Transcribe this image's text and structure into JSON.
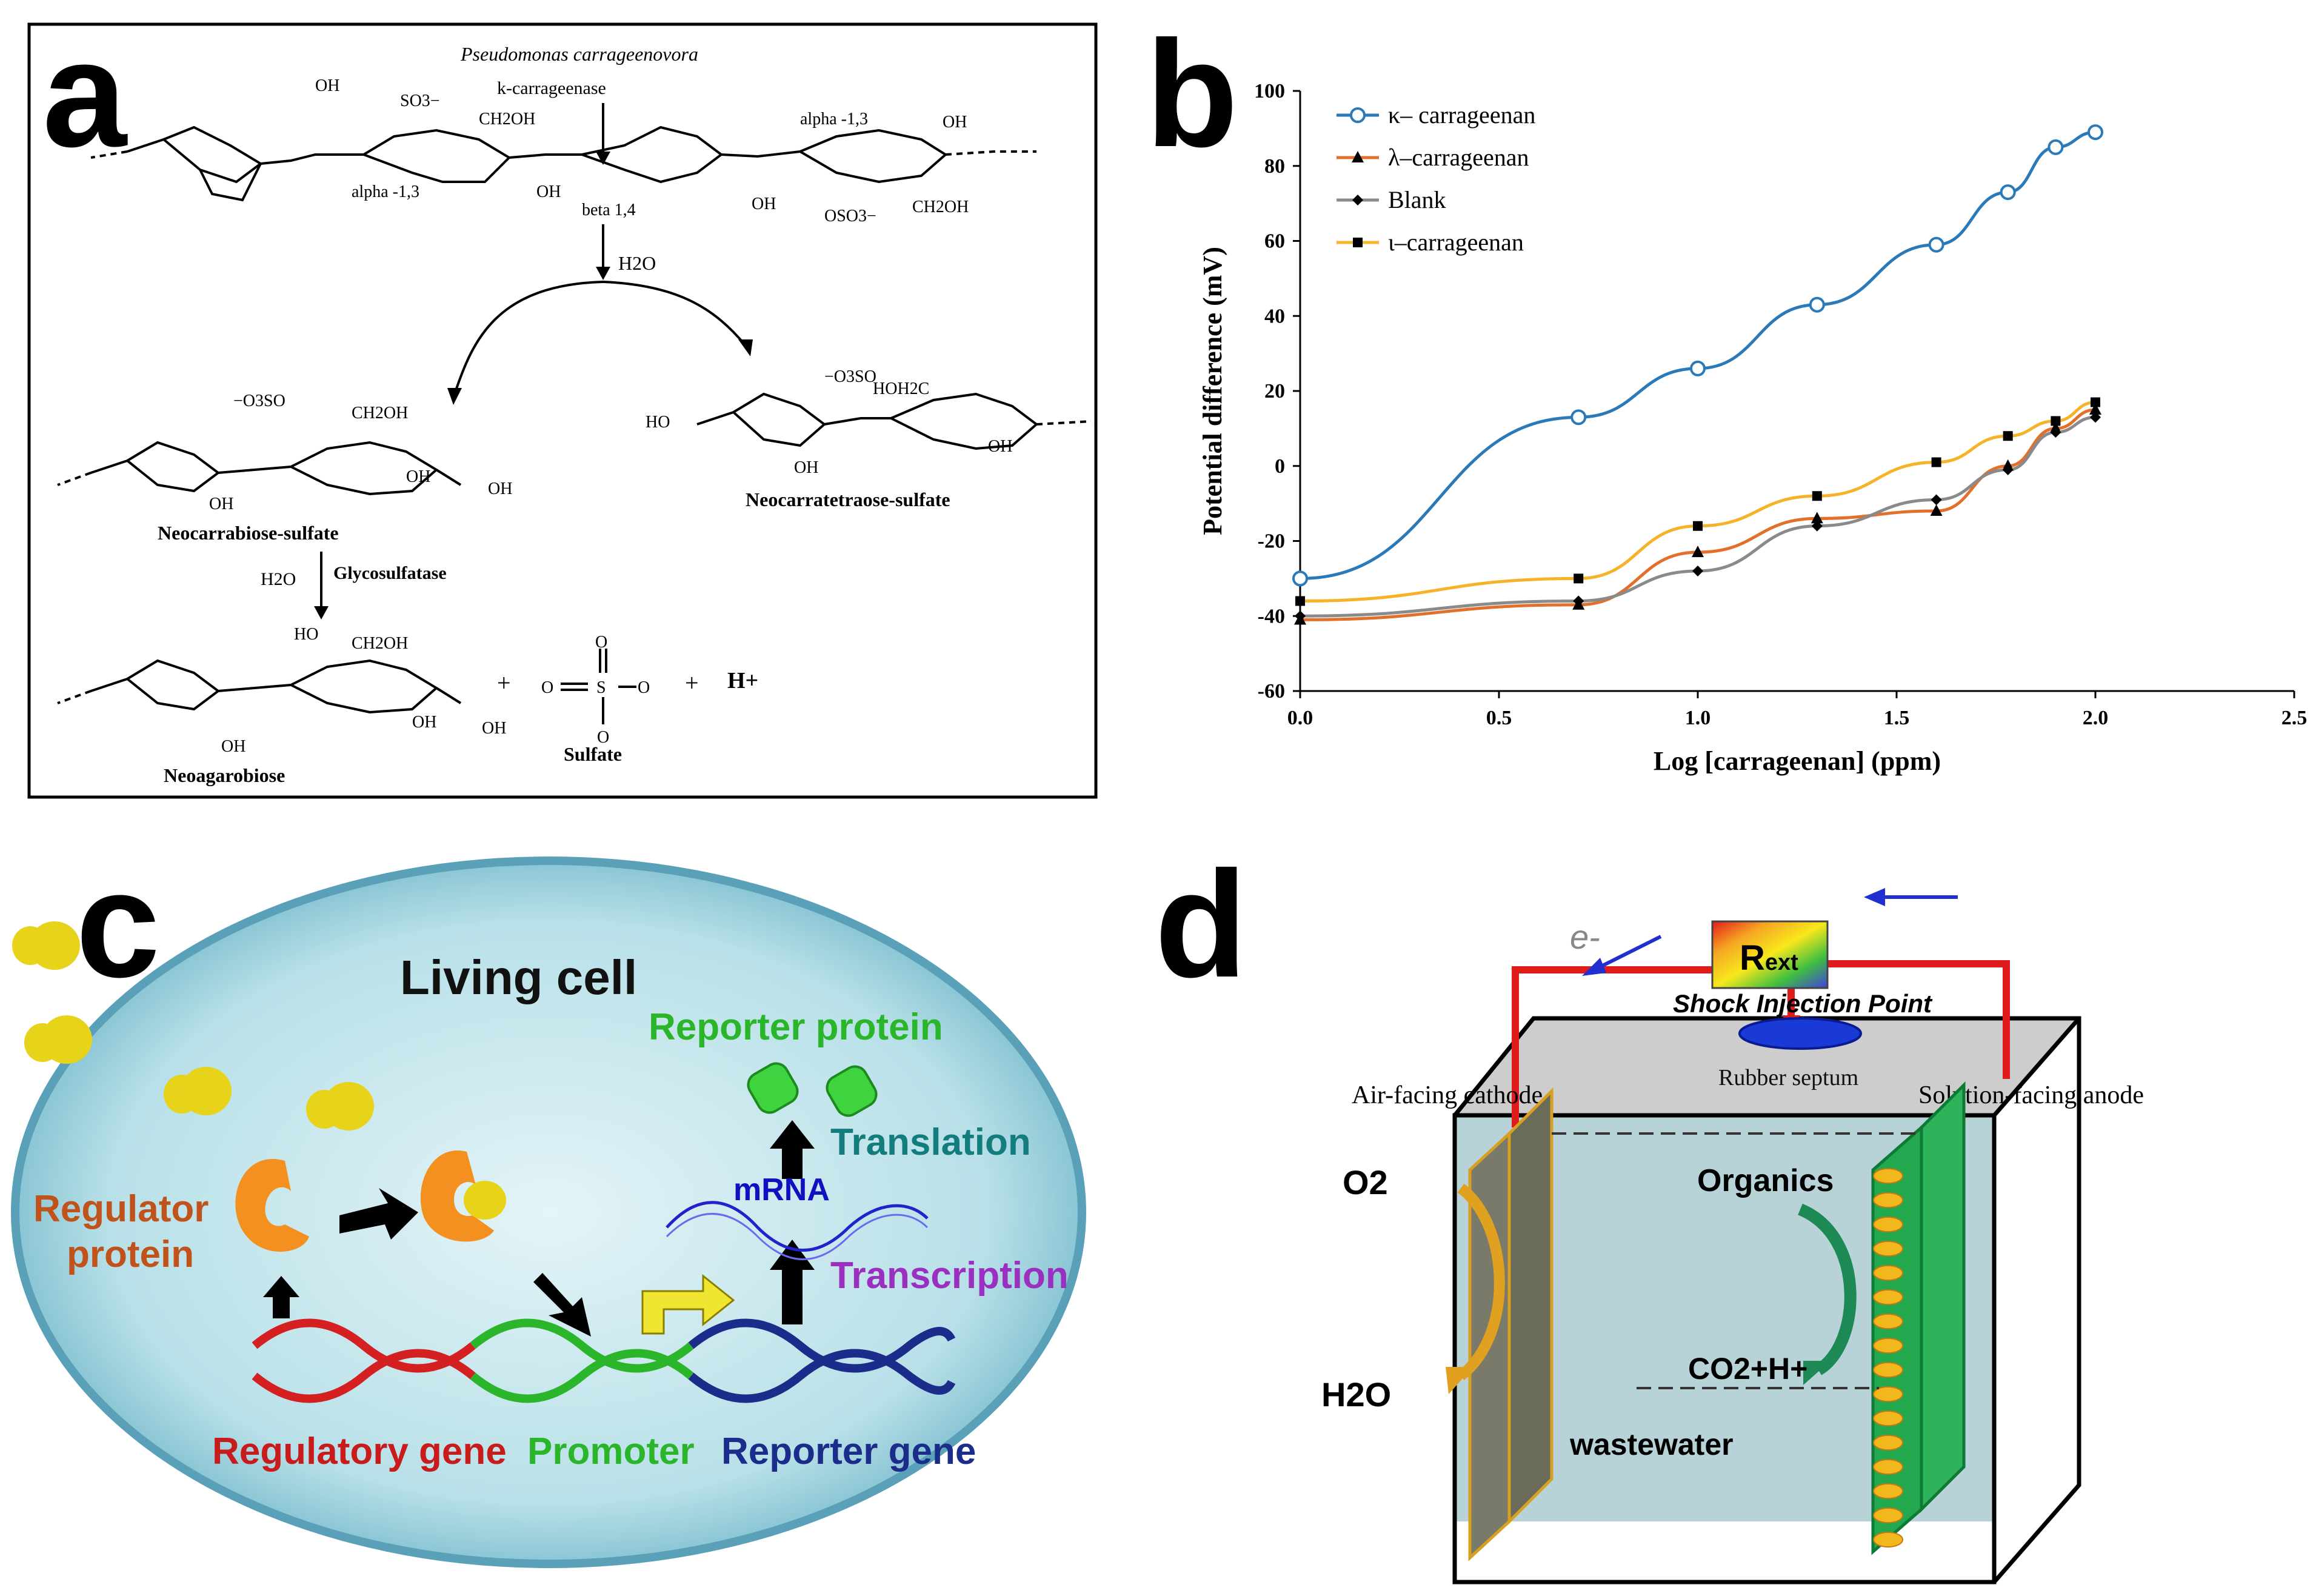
{
  "panels": {
    "a": {
      "letter": "a",
      "organism": "Pseudomonas carrageenovora",
      "enzyme": "k-carrageenase",
      "bonds": [
        "alpha -1,3",
        "beta 1,4",
        "alpha -1,3"
      ],
      "water": "H2O",
      "products": [
        "Neocarrabiose-sulfate",
        "Neocarratetraose-sulfate"
      ],
      "glycosulfatase": "Glycosulfatase",
      "final_products": [
        "Neoagarobiose",
        "Sulfate",
        "H+"
      ],
      "groups": {
        "oh": "OH",
        "so3": "SO3−",
        "osO3": "OSO3−",
        "ch2oh": "CH2OH",
        "o3so": "−O3SO",
        "o3so_b": "−O3SO",
        "hoh2c": "HOH2C",
        "ho": "HO",
        "o": "O"
      }
    },
    "b": {
      "letter": "b"
    },
    "c": {
      "letter": "c",
      "cell_title": "Living cell",
      "reporter_protein": "Reporter protein",
      "translation": "Translation",
      "mrna": "mRNA",
      "transcription": "Transcription",
      "regulator_protein": [
        "Regulator",
        "protein"
      ],
      "regulatory_gene": "Regulatory gene",
      "promoter": "Promoter",
      "reporter_gene": "Reporter gene"
    },
    "d": {
      "letter": "d",
      "resistor": "R",
      "resistor_sub": "ext",
      "electron": "e-",
      "injection": "Shock Injection Point",
      "septum": "Rubber septum",
      "cathode": "Air-facing  cathode",
      "anode": "Solution-facing  anode",
      "o2": "O2",
      "h2o": "H2O",
      "organics": "Organics",
      "co2": "CO2+H+",
      "wastewater": "wastewater"
    }
  },
  "chart_data": {
    "type": "line",
    "xlabel": "Log [carrageenan] (ppm)",
    "ylabel": "Potential difference (mV)",
    "xlim": [
      0,
      2.5
    ],
    "ylim": [
      -60,
      100
    ],
    "xticks": [
      "0.0",
      "0.5",
      "1.0",
      "1.5",
      "2.0",
      "2.5"
    ],
    "yticks": [
      "-60",
      "-40",
      "-20",
      "0",
      "20",
      "40",
      "60",
      "80",
      "100"
    ],
    "legend_position": "top-left",
    "grid": false,
    "series": [
      {
        "name": "κ– carrageenan",
        "color": "#2a7ab9",
        "marker": "circle",
        "x": [
          0.0,
          0.7,
          1.0,
          1.3,
          1.6,
          1.78,
          1.9,
          2.0
        ],
        "y": [
          -30,
          13,
          26,
          43,
          59,
          73,
          85,
          89
        ]
      },
      {
        "name": "λ–carrageenan",
        "color": "#e2702a",
        "marker": "triangle",
        "x": [
          0.0,
          0.7,
          1.0,
          1.3,
          1.6,
          1.78,
          1.9,
          2.0
        ],
        "y": [
          -41,
          -37,
          -23,
          -14,
          -12,
          0,
          10,
          15
        ]
      },
      {
        "name": "Blank",
        "color": "#8a8a8a",
        "marker": "diamond",
        "x": [
          0.0,
          0.7,
          1.0,
          1.3,
          1.6,
          1.78,
          1.9,
          2.0
        ],
        "y": [
          -40,
          -36,
          -28,
          -16,
          -9,
          -1,
          9,
          13
        ]
      },
      {
        "name": "ι–carrageenan",
        "color": "#f5b32a",
        "marker": "square",
        "x": [
          0.0,
          0.7,
          1.0,
          1.3,
          1.6,
          1.78,
          1.9,
          2.0
        ],
        "y": [
          -36,
          -30,
          -16,
          -8,
          1,
          8,
          12,
          17
        ]
      }
    ]
  }
}
